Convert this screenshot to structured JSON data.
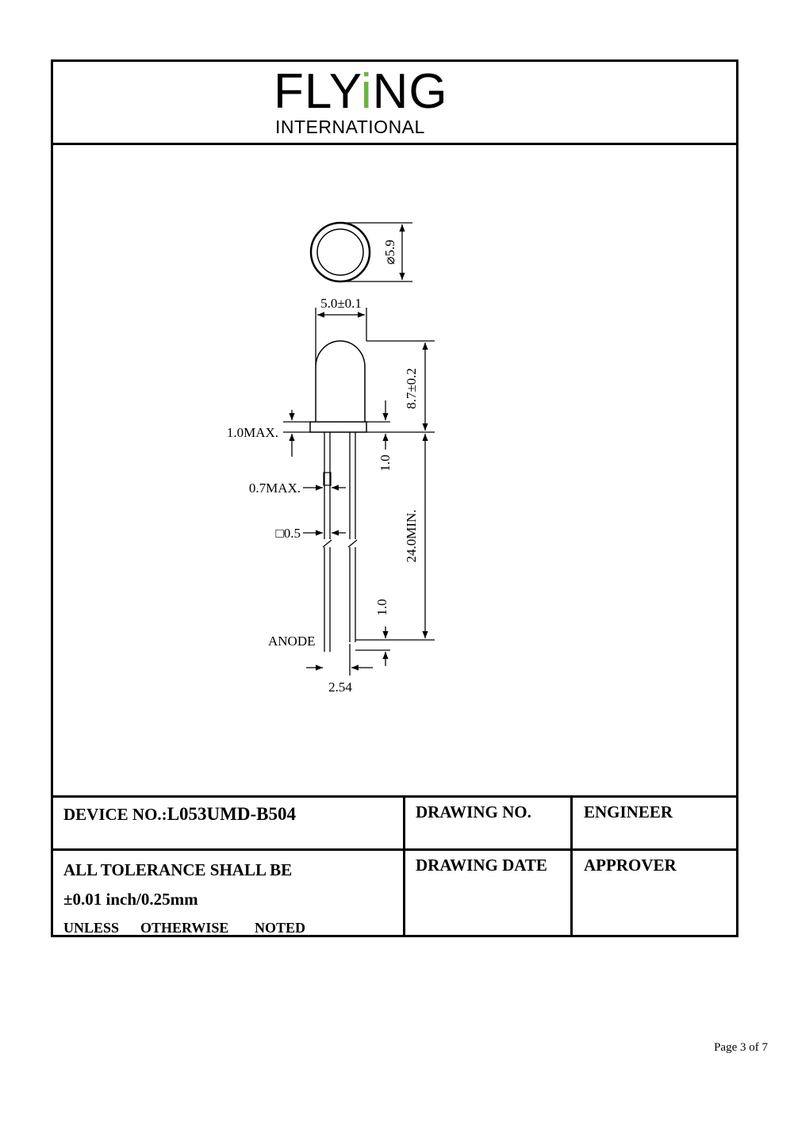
{
  "logo": {
    "word_part1": "FLY",
    "word_accent": "i",
    "word_part2": "NG",
    "subtitle": "INTERNATIONAL",
    "accent_color": "#6cb33f"
  },
  "dimensions": {
    "diameter": "5.9",
    "lens_width": "5.0±0.1",
    "body_height": "8.7±0.2",
    "flange_max": "1.0MAX.",
    "flange_gap": "1.0",
    "lead_max": "0.7MAX.",
    "lead_square": "0.5",
    "lead_length": "24.0MIN.",
    "lead_bottom": "1.0",
    "anode": "ANODE",
    "pitch": "2.54"
  },
  "table": {
    "device_label": "DEVICE NO.:",
    "device_value": "L053UMD-B504",
    "drawing_no": "DRAWING NO.",
    "engineer": "ENGINEER",
    "tolerance_line1": "ALL TOLERANCE SHALL BE",
    "tolerance_line2": "±0.01 inch/0.25mm",
    "unless": "UNLESS",
    "otherwise": "OTHERWISE",
    "noted": "NOTED",
    "drawing_date": "DRAWING DATE",
    "approver": "APPROVER"
  },
  "footer": {
    "page": "Page 3 of 7"
  }
}
